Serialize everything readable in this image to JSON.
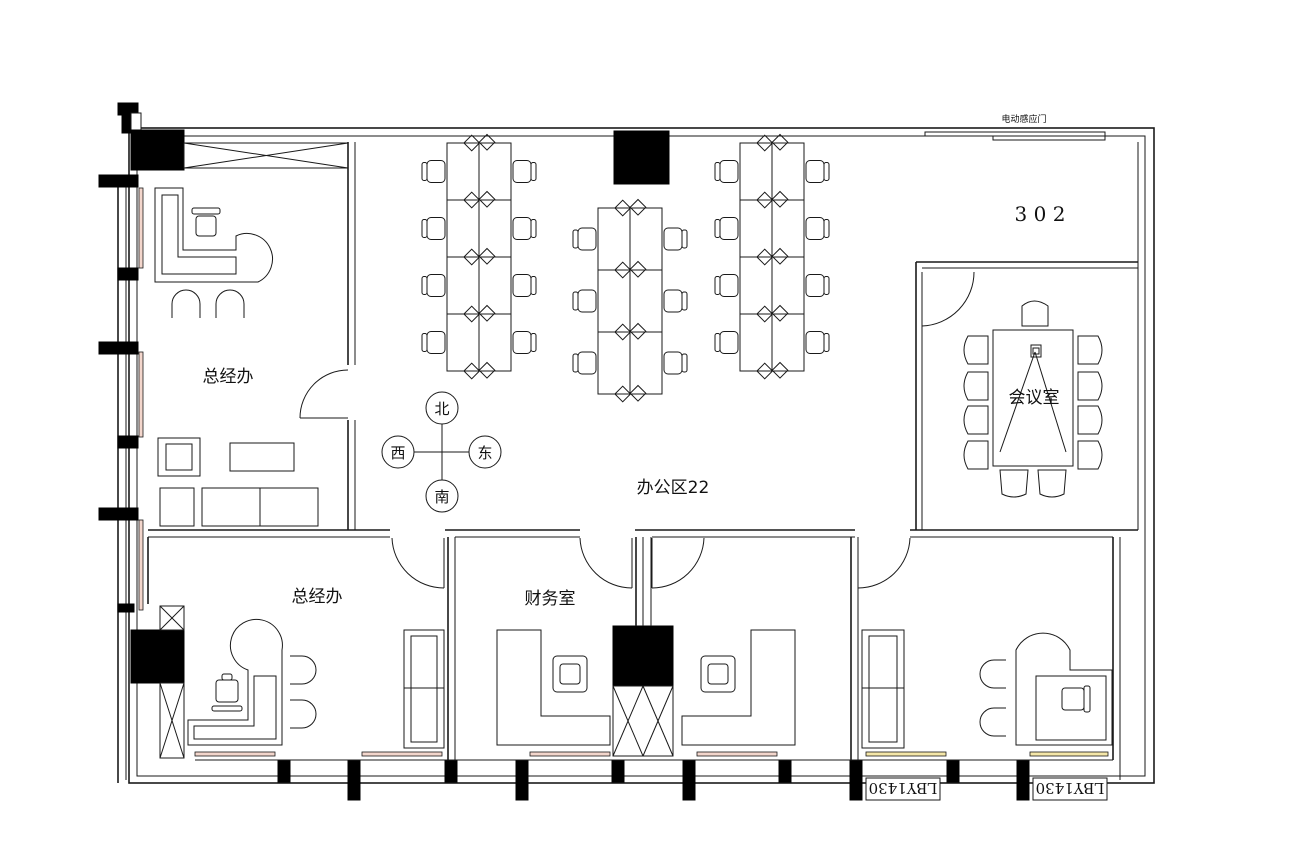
{
  "labels": {
    "unit_number": "3 0 2",
    "door_sign": "电动感应门",
    "office_area": "办公区22",
    "gm_office_top": "总经办",
    "gm_office_bottom": "总经办",
    "finance_room": "财务室",
    "meeting_room": "会议室",
    "window_tag_1": "LBY1430",
    "window_tag_2": "LBY1430"
  },
  "compass": {
    "north": "北",
    "south": "南",
    "east": "东",
    "west": "西"
  },
  "colors": {
    "wall": "#1a1a1a",
    "column": "#000000",
    "window_pink": "#f3d6cc",
    "window_yellow": "#f5e7a8"
  }
}
